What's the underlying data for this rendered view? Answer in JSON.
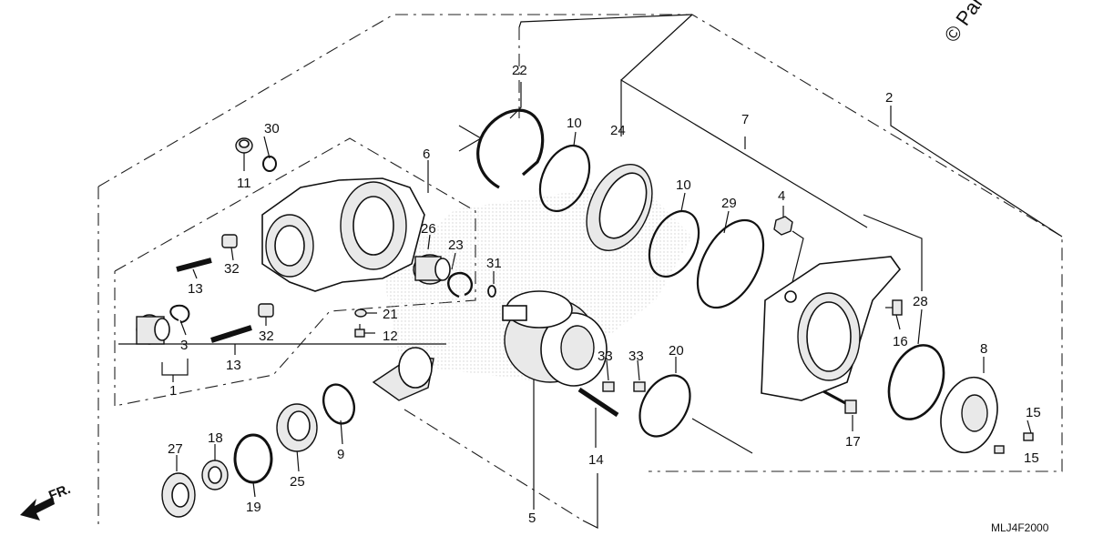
{
  "copyright": "© Parts",
  "diagram_code": "MLJ4F2000",
  "front_label": "FR.",
  "callouts": {
    "c1": "1",
    "c2": "2",
    "c3": "3",
    "c4": "4",
    "c5": "5",
    "c6": "6",
    "c7": "7",
    "c8": "8",
    "c9": "9",
    "c10a": "10",
    "c10b": "10",
    "c11": "11",
    "c12": "12",
    "c13a": "13",
    "c13b": "13",
    "c14": "14",
    "c15a": "15",
    "c15b": "15",
    "c16": "16",
    "c17": "17",
    "c18": "18",
    "c19": "19",
    "c20": "20",
    "c21": "21",
    "c22": "22",
    "c23": "23",
    "c24": "24",
    "c25": "25",
    "c26": "26",
    "c27": "27",
    "c28": "28",
    "c29": "29",
    "c30": "30",
    "c31": "31",
    "c32a": "32",
    "c32b": "32",
    "c33a": "33",
    "c33b": "33"
  }
}
